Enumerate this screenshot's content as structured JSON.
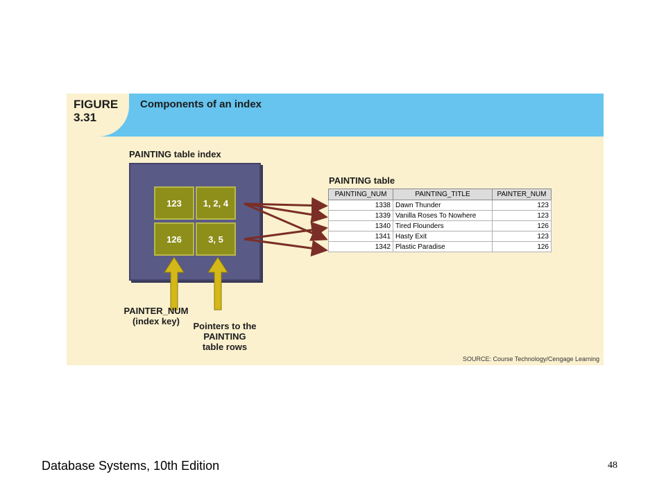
{
  "figure": {
    "label": "FIGURE\n3.31",
    "title": "Components of an index",
    "index_label": "PAINTING table index",
    "table_label": "PAINTING table",
    "index_cells": [
      {
        "key": "123",
        "pointers": "1, 2, 4"
      },
      {
        "key": "126",
        "pointers": "3, 5"
      }
    ],
    "index_key_label_1": "PAINTER_NUM",
    "index_key_label_2": "(index key)",
    "pointer_label_1": "Pointers to the",
    "pointer_label_2": "PAINTING",
    "pointer_label_3": "table rows",
    "source": "SOURCE: Course Technology/Cengage Learning",
    "table": {
      "columns": [
        "PAINTING_NUM",
        "PAINTING_TITLE",
        "PAINTER_NUM"
      ],
      "rows": [
        [
          "1338",
          "Dawn Thunder",
          "123"
        ],
        [
          "1339",
          "Vanilla Roses To Nowhere",
          "123"
        ],
        [
          "1340",
          "Tired Flounders",
          "126"
        ],
        [
          "1341",
          "Hasty Exit",
          "123"
        ],
        [
          "1342",
          "Plastic Paradise",
          "126"
        ]
      ]
    },
    "colors": {
      "header_blue": "#66c4ee",
      "background_cream": "#fbf1cf",
      "index_box": "#5a5a86",
      "cell_olive": "#8e8e1a",
      "arrow_brown": "#7a2e26",
      "arrow_gold": "#d4b818"
    }
  },
  "footer": {
    "left": "Database Systems, 10th Edition",
    "page_number": "48"
  }
}
